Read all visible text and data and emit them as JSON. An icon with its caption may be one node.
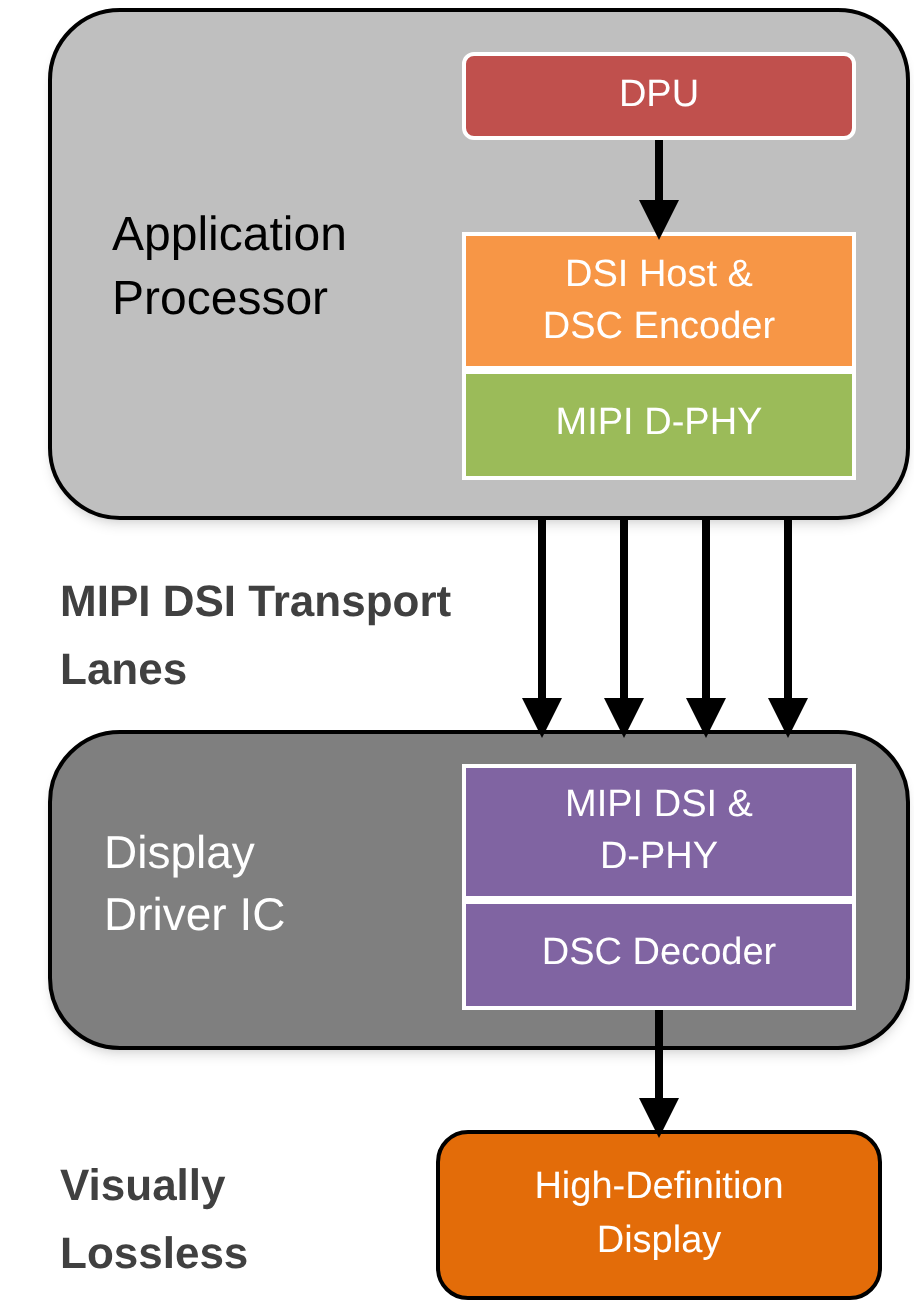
{
  "diagram": {
    "nodes": [
      {
        "text": [
          "Application Processor"
        ]
      },
      {
        "text": [
          "DPU"
        ],
        "in": 0
      },
      {
        "text": [
          "DSI Host & DSC Encoder"
        ],
        "in": 0
      },
      {
        "text": [
          "MIPI D-PHY"
        ],
        "in": 0
      },
      {
        "text": [
          "Display Driver IC"
        ]
      },
      {
        "text": [
          "MIPI DSI & D-PHY"
        ],
        "in": 4
      },
      {
        "text": [
          "DSC Decoder"
        ],
        "in": 4
      },
      {
        "text": [
          "High-Definition Display"
        ]
      }
    ],
    "edges": [
      {
        "from": 1,
        "to": 2,
        "arrow": "to"
      },
      {
        "from": 0,
        "to": 4,
        "arrow": "to"
      },
      {
        "from": 0,
        "to": 4,
        "arrow": "to"
      },
      {
        "from": 0,
        "to": 4,
        "arrow": "to"
      },
      {
        "from": 0,
        "to": 4,
        "arrow": "to"
      },
      {
        "from": 6,
        "to": 7,
        "arrow": "to"
      }
    ],
    "labels": [
      "MIPI DSI Transport Lanes",
      "Visually Lossless"
    ]
  }
}
